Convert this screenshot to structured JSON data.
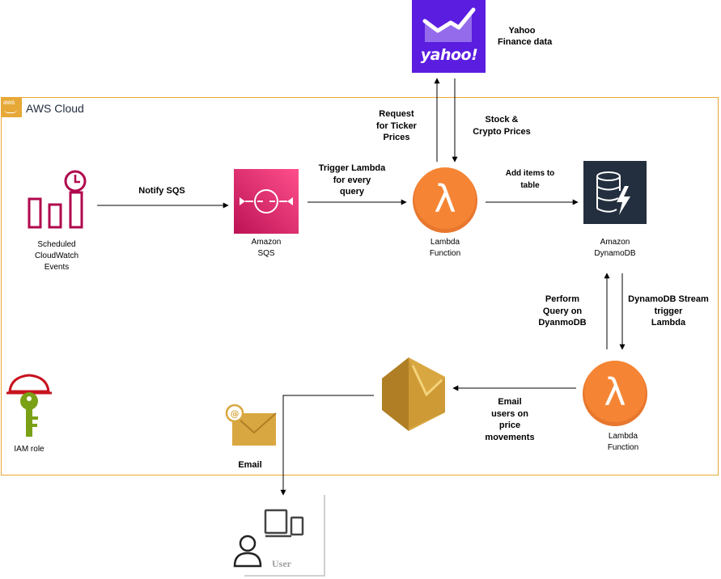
{
  "cloud": {
    "title": "AWS Cloud",
    "badge": "aws"
  },
  "yahoo": {
    "logo": "yahoo!",
    "caption": [
      "Yahoo",
      "Finance data"
    ]
  },
  "nodes": {
    "cloudwatch": [
      "Scheduled",
      "CloudWatch",
      "Events"
    ],
    "sqs": [
      "Amazon",
      "SQS"
    ],
    "lambda1": [
      "Lambda",
      "Function"
    ],
    "dynamodb": [
      "Amazon",
      "DynamoDB"
    ],
    "lambda2": [
      "Lambda",
      "Function"
    ],
    "iam": "IAM role",
    "email": "Email",
    "user": "User"
  },
  "edges": {
    "notify_sqs": "Notify SQS",
    "trigger_lambda": [
      "Trigger Lambda",
      "for every",
      "query"
    ],
    "request_ticker": [
      "Request",
      "for Ticker",
      "Prices"
    ],
    "stock_crypto": [
      "Stock &",
      "Crypto Prices"
    ],
    "add_items": [
      "Add items to",
      "table"
    ],
    "perform_query": [
      "Perform",
      "Query on",
      "DyanmoDB"
    ],
    "dynamodb_stream": [
      "DynamoDB Stream",
      "trigger",
      "Lambda"
    ],
    "email_users": [
      "Email",
      "users on",
      "price",
      "movements"
    ]
  },
  "colors": {
    "aws_orange": "#E6A836",
    "cloudwatch": "#B0084D",
    "sqs_gradient": [
      "#FF4F8B",
      "#BC1356"
    ],
    "lambda": "#F58534",
    "dynamodb_bg": "#232F3E",
    "ses": "#D9A741",
    "yahoo_purple": "#5B1DE0",
    "iam_red": "#C7131F",
    "iam_green": "#7AA116"
  },
  "icons": {
    "cloudwatch": "cloudwatch-icon",
    "sqs": "sqs-icon",
    "lambda": "lambda-icon",
    "dynamodb": "dynamodb-icon",
    "ses": "ses-icon",
    "iam": "iam-role-icon",
    "email": "email-icon",
    "user": "user-icon",
    "devices": "devices-icon",
    "yahoo": "yahoo-logo-icon"
  }
}
